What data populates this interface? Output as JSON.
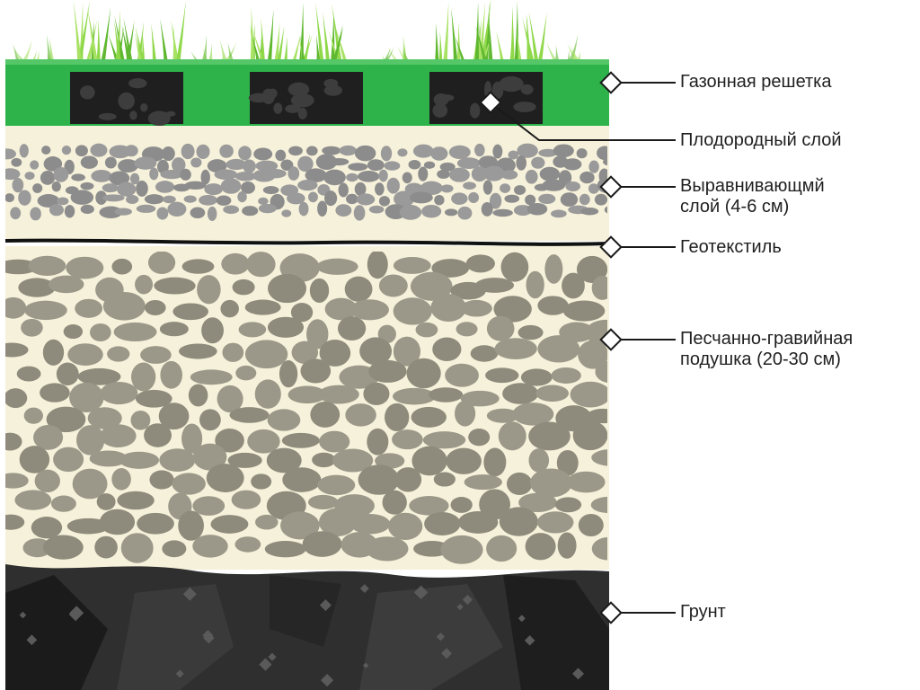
{
  "labels": [
    {
      "id": "lawn-grid",
      "lines": [
        "Газонная решетка"
      ]
    },
    {
      "id": "fertile-layer",
      "lines": [
        "Плодородный слой"
      ]
    },
    {
      "id": "leveling-layer",
      "lines": [
        "Выравнивающмй",
        "слой (4-6 см)"
      ]
    },
    {
      "id": "geotextile",
      "lines": [
        "Геотекстиль"
      ]
    },
    {
      "id": "sand-gravel",
      "lines": [
        "Песчанно-гравийная",
        "подушка (20-30 см)"
      ]
    },
    {
      "id": "soil",
      "lines": [
        "Грунт"
      ]
    }
  ],
  "colors": {
    "grid_green": "#2eb34a",
    "grid_green_dark": "#1f8f3a",
    "grass": "#7fcf3b",
    "fertile_soil": "#1f1f1f",
    "sand": "#f6f1da",
    "gravel_small": "#9a9a9a",
    "gravel_large": "#9c9889",
    "geotextile": "#111111",
    "ground": "#2f2f2f",
    "leader": "#1a1a1a"
  }
}
